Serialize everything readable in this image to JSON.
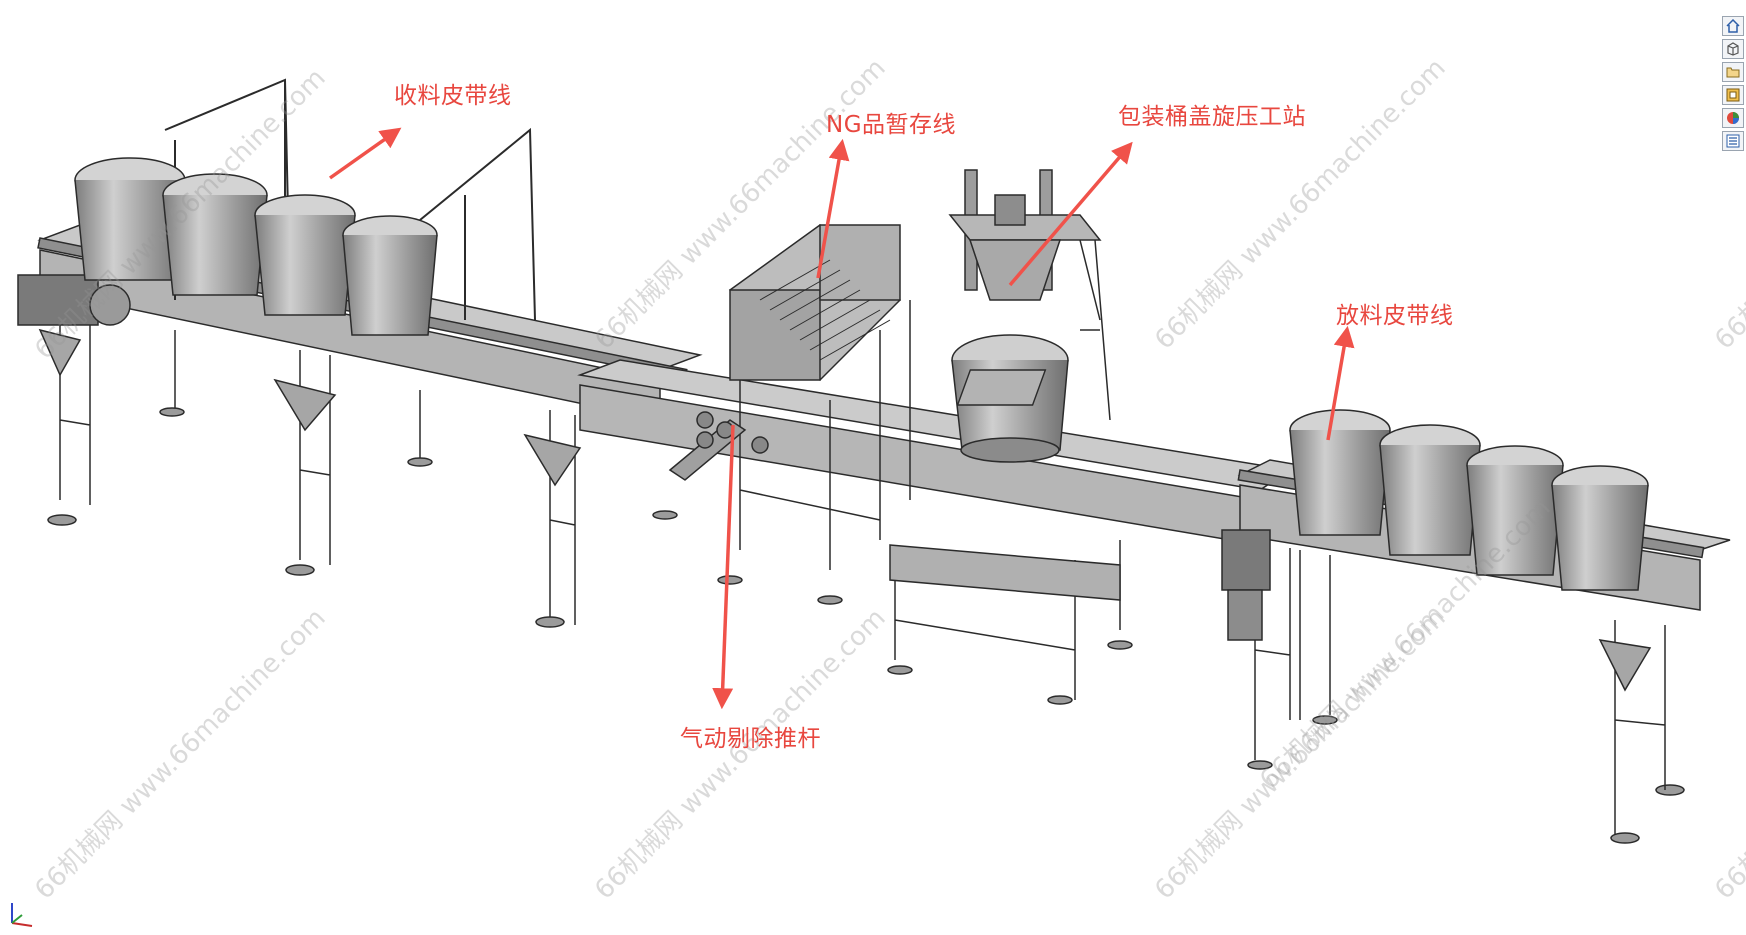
{
  "labels": {
    "receiving_belt": "收料皮带线",
    "ng_buffer": "NG品暂存线",
    "capping_station": "包装桶盖旋压工站",
    "feeding_belt": "放料皮带线",
    "pneumatic_rejector": "气动剔除推杆"
  },
  "watermarks": [
    "66机械网 www.66machine.com",
    "66机械网 www.66machine.com",
    "66机械网 www.66machine.com",
    "66机械网 www.66machine.com",
    "66机械网 www.66machine.com",
    "66机械网 www.66machine.com",
    "66机械网 www.66machine.com",
    "66机械网 www.66machine.com",
    "66机械网 www.66machine.com"
  ],
  "toolbar": {
    "icons": [
      "home-icon",
      "box-view-icon",
      "folder-icon",
      "settings-icon",
      "appearance-icon",
      "list-icon"
    ]
  },
  "colors": {
    "annotation": "#e8473f",
    "metal": "#b9b9b9",
    "edge": "#2b2b2b"
  }
}
